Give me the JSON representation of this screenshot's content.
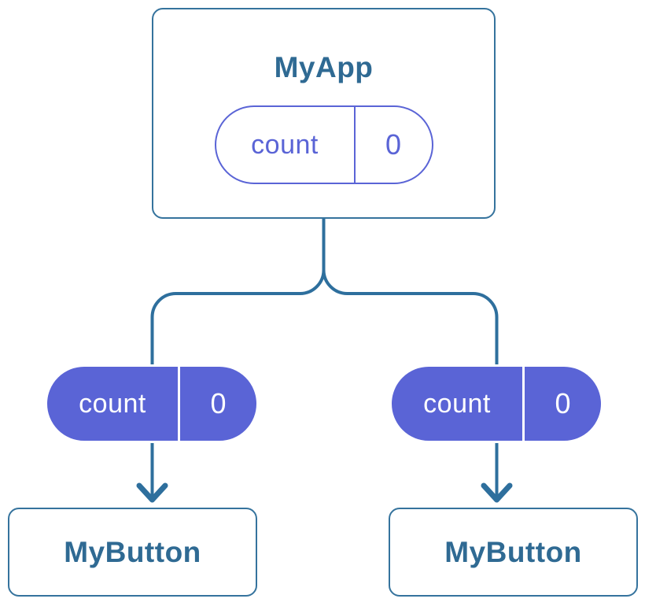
{
  "diagram": {
    "colors": {
      "line_blue": "#2e6f9d",
      "border_blue": "#35739d",
      "title_blue": "#2f6a93",
      "purple": "#5a64d6",
      "card_bg": "#ffffff"
    },
    "parent": {
      "title": "MyApp",
      "state": {
        "label": "count",
        "value": "0"
      }
    },
    "children": [
      {
        "title": "MyButton",
        "prop": {
          "label": "count",
          "value": "0"
        }
      },
      {
        "title": "MyButton",
        "prop": {
          "label": "count",
          "value": "0"
        }
      }
    ]
  }
}
